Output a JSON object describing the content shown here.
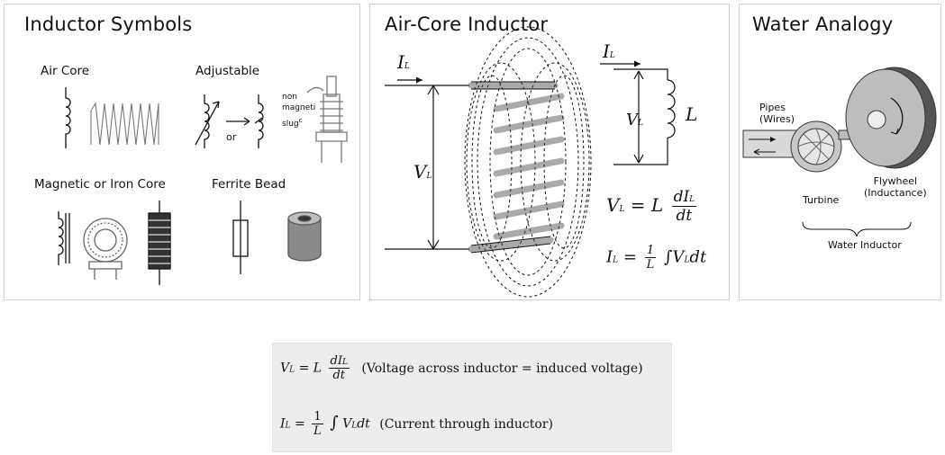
{
  "panels": {
    "symbols": {
      "title": "Inductor Symbols",
      "air_core": "Air Core",
      "adjustable": "Adjustable",
      "or_text": "or",
      "slug_text": [
        "non",
        "magneti",
        "slug"
      ],
      "slug_sup": "c",
      "magnetic_core": "Magnetic or Iron Core",
      "ferrite_bead": "Ferrite Bead"
    },
    "air_core": {
      "title": "Air-Core Inductor",
      "i_label": "I",
      "i_sub": "L",
      "v_label": "V",
      "v_sub": "L",
      "l_label": "L",
      "eq1": {
        "lhs": "V",
        "lhs_sub": "L",
        "eq": "= L",
        "num": "dI",
        "num_sub": "L",
        "den": "dt"
      },
      "eq2": {
        "lhs": "I",
        "lhs_sub": "L",
        "eq": "=",
        "num": "1",
        "den": "L",
        "integral": "∫V",
        "int_sub": "L",
        "tail": "dt"
      }
    },
    "water": {
      "title": "Water Analogy",
      "pipes": [
        "Pipes",
        "(Wires)"
      ],
      "flywheel": [
        "Flywheel",
        "(Inductance)"
      ],
      "turbine": "Turbine",
      "inductor": "Water Inductor"
    }
  },
  "equations_box": {
    "line1": {
      "lhs": "V",
      "lhs_sub": "L",
      "eq": "= L",
      "num": "dI",
      "num_sub": "L",
      "den": "dt",
      "note": "(Voltage across inductor = induced voltage)"
    },
    "line2": {
      "lhs": "I",
      "lhs_sub": "L",
      "eq": "=",
      "num": "1",
      "den": "L",
      "integral": "∫",
      "var": "V",
      "var_sub": "L",
      "tail": "dt",
      "note": "(Current through inductor)"
    }
  }
}
